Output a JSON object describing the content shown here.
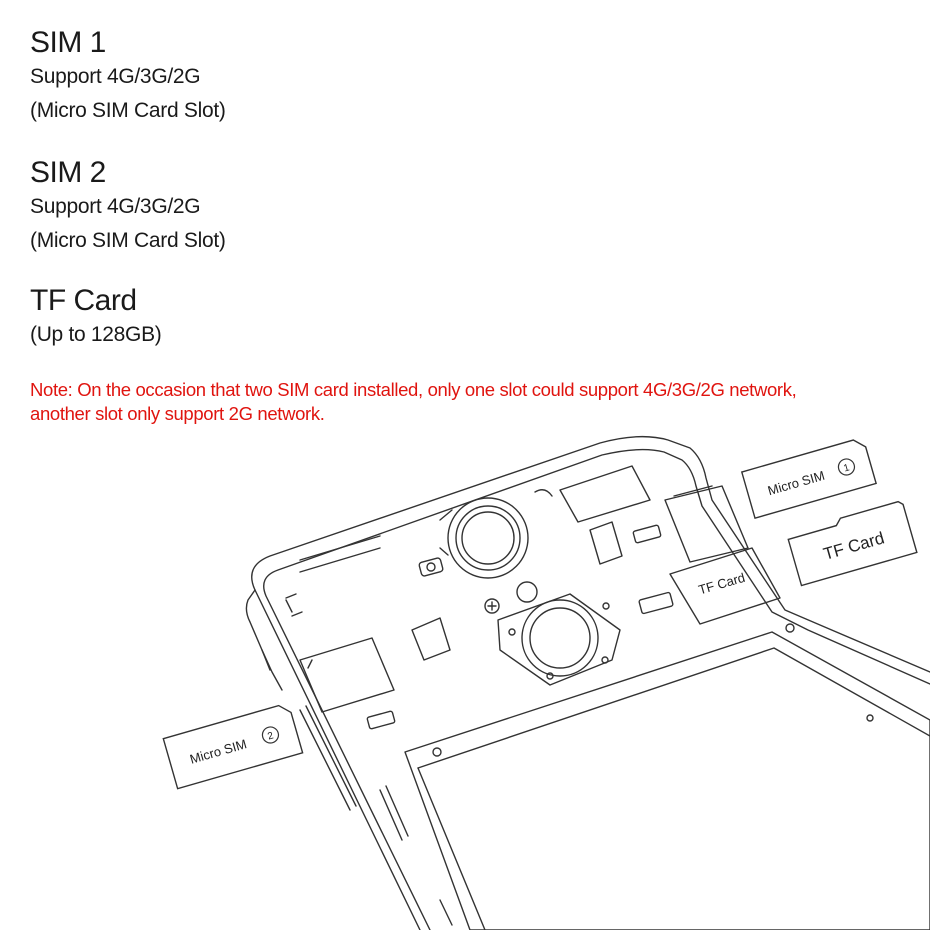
{
  "specs": [
    {
      "title": "SIM 1",
      "lines": [
        "Support 4G/3G/2G",
        "(Micro SIM Card Slot)"
      ]
    },
    {
      "title": "SIM 2",
      "lines": [
        "Support 4G/3G/2G",
        "(Micro SIM Card Slot)"
      ]
    },
    {
      "title": "TF Card",
      "lines": [
        "(Up to 128GB)"
      ]
    }
  ],
  "note": {
    "line1": "Note: On the occasion that two SIM card installed, only one slot could support 4G/3G/2G network,",
    "line2": "another slot only support 2G network.",
    "color": "#e0140f"
  },
  "cards": {
    "sim1": {
      "label": "Micro SIM",
      "badge": "1"
    },
    "sim2": {
      "label": "Micro SIM",
      "badge": "2"
    },
    "tf": {
      "label": "TF Card"
    },
    "slot_tf": {
      "label": "TF Card"
    }
  },
  "colors": {
    "text": "#1a1a1a",
    "line": "#333333"
  }
}
